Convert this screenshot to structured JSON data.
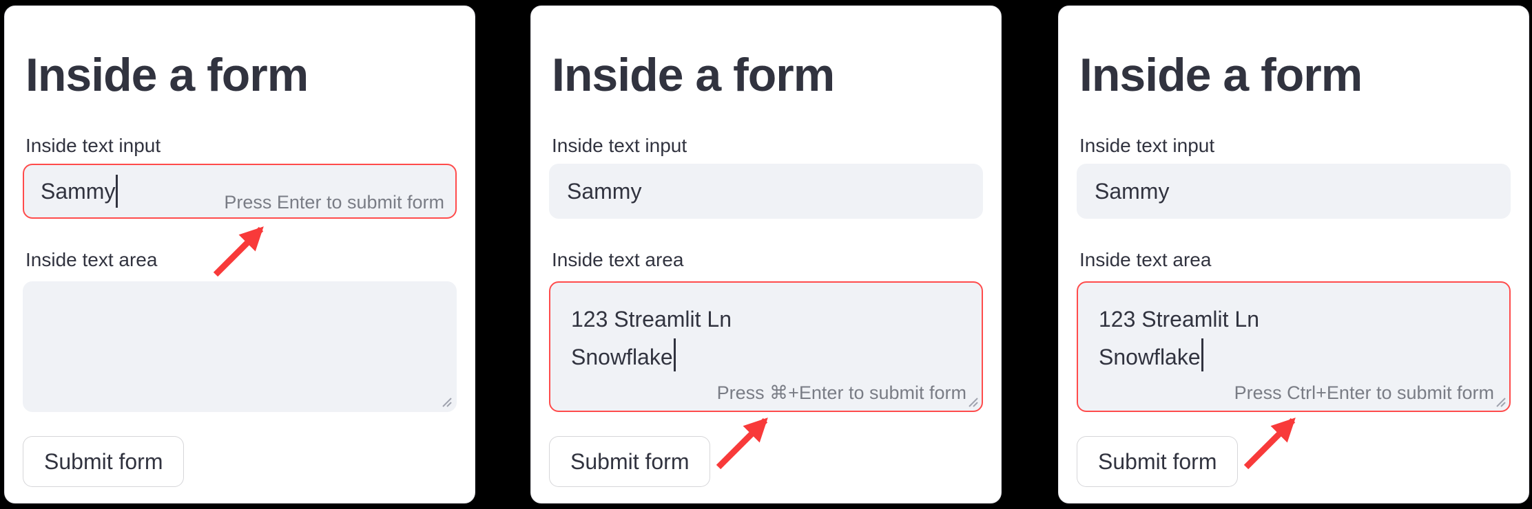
{
  "colors": {
    "page_background": "#000000",
    "card_background": "#FFFFFF",
    "text_dark": "#31333F",
    "hint_gray": "rgba(49,51,63,0.62)",
    "field_background": "#F0F2F6",
    "highlight_red": "#FF4B4B",
    "arrow_red": "#F83A3A"
  },
  "cards": [
    {
      "title": "Inside a form",
      "text_input": {
        "label": "Inside text input",
        "value": "Sammy",
        "hint": "Press Enter to submit form",
        "highlighted": true,
        "caret": true
      },
      "text_area": {
        "label": "Inside text area",
        "value": "",
        "highlighted": false,
        "caret": false
      },
      "submit_label": "Submit form"
    },
    {
      "title": "Inside a form",
      "text_input": {
        "label": "Inside text input",
        "value": "Sammy",
        "highlighted": false,
        "caret": false
      },
      "text_area": {
        "label": "Inside text area",
        "value": "123 Streamlit Ln\nSnowflake",
        "hint": "Press ⌘+Enter to submit form",
        "highlighted": true,
        "caret": true
      },
      "submit_label": "Submit form"
    },
    {
      "title": "Inside a form",
      "text_input": {
        "label": "Inside text input",
        "value": "Sammy",
        "highlighted": false,
        "caret": false
      },
      "text_area": {
        "label": "Inside text area",
        "value": "123 Streamlit Ln\nSnowflake",
        "hint": "Press Ctrl+Enter to submit form",
        "highlighted": true,
        "caret": true
      },
      "submit_label": "Submit form"
    }
  ]
}
